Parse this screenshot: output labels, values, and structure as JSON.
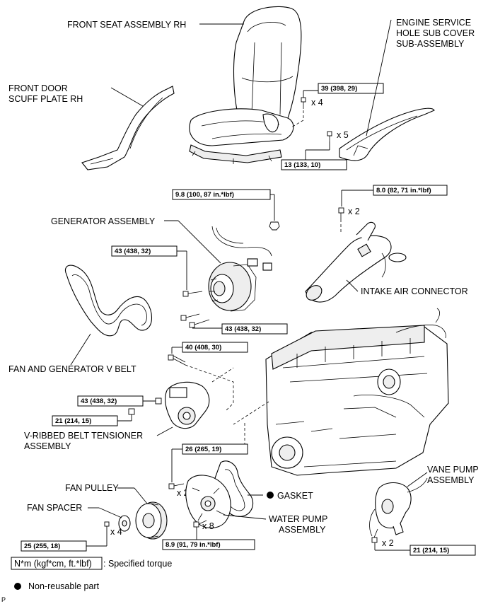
{
  "labels": {
    "front_seat": "FRONT SEAT ASSEMBLY RH",
    "engine_cover_1": "ENGINE SERVICE",
    "engine_cover_2": "HOLE SUB COVER",
    "engine_cover_3": "SUB-ASSEMBLY",
    "door_scuff_1": "FRONT DOOR",
    "door_scuff_2": "SCUFF PLATE RH",
    "generator": "GENERATOR ASSEMBLY",
    "intake": "INTAKE AIR CONNECTOR",
    "v_belt": "FAN AND GENERATOR V BELT",
    "tensioner_1": "V-RIBBED BELT TENSIONER",
    "tensioner_2": "ASSEMBLY",
    "fan_pulley": "FAN PULLEY",
    "fan_spacer": "FAN SPACER",
    "gasket": "GASKET",
    "water_pump_1": "WATER PUMP",
    "water_pump_2": "ASSEMBLY",
    "vane_pump_1": "VANE PUMP",
    "vane_pump_2": "ASSEMBLY"
  },
  "torques": {
    "seat_bolt": "39 (398, 29)",
    "cover_bolt": "13 (133, 10)",
    "gen_nut": "9.8 (100, 87 in.*lbf)",
    "intake_bolt": "8.0 (82, 71 in.*lbf)",
    "gen_bolt_upper": "43 (438, 32)",
    "gen_bolt_lower": "43 (438, 32)",
    "tensioner_long": "40 (408, 30)",
    "tensioner_nut": "43 (438, 32)",
    "tensioner_bolt": "21 (214, 15)",
    "wp_bolt_upper": "26 (265, 19)",
    "fan_nut": "25 (255, 18)",
    "wp_bolt_lower": "8.9 (91, 79 in.*lbf)",
    "vane_bolt": "21 (214, 15)"
  },
  "quantities": {
    "seat_bolt": "x 4",
    "cover_bolt": "x 5",
    "intake_bolt": "x 2",
    "wp_upper": "x 2",
    "fan": "x 4",
    "wp_lower": "x 8",
    "vane": "x 2"
  },
  "legend": {
    "unit": "N*m (kgf*cm, ft.*lbf)",
    "unit_desc": ": Specified torque",
    "nonreusable": "Non-reusable part"
  },
  "corner_mark": "P"
}
